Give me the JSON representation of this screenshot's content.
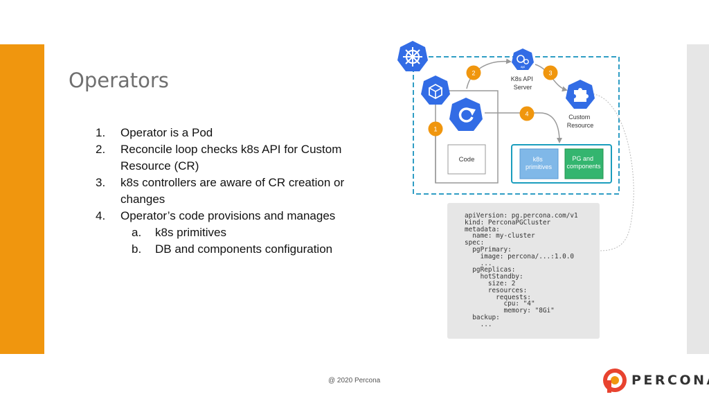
{
  "slide": {
    "title": "Operators",
    "steps": [
      {
        "num": "1.",
        "text": "Operator is a Pod"
      },
      {
        "num": "2.",
        "text": "Reconcile loop checks k8s API for Custom Resource (CR)"
      },
      {
        "num": "3.",
        "text": "k8s controllers are aware of CR creation or changes"
      },
      {
        "num": "4.",
        "text": "Operator’s code provisions and manages"
      }
    ],
    "substeps": [
      {
        "letter": "a.",
        "text": "k8s primitives"
      },
      {
        "letter": "b.",
        "text": "DB and components configuration"
      }
    ]
  },
  "diagram": {
    "api_server_label": [
      "K8s API",
      "Server"
    ],
    "custom_resource_label": [
      "Custom",
      "Resource"
    ],
    "code_label": "Code",
    "k8s_primitives_label": [
      "k8s",
      "primitives"
    ],
    "pg_components_label": [
      "PG and",
      "components"
    ],
    "step_badges": [
      "1",
      "2",
      "3",
      "4"
    ],
    "icons": [
      "kubernetes-helm-icon",
      "cube-icon",
      "reload-icon",
      "api-server-icon",
      "puzzle-icon"
    ],
    "colors": {
      "k8s_blue": "#326ce5",
      "orange_badge": "#f0960e",
      "teal": "#1a9dbd",
      "light_blue": "#80b8e8",
      "green": "#34b56f"
    }
  },
  "code_sample": "apiVersion: pg.percona.com/v1\nkind: PerconaPGCluster\nmetadata:\n  name: my-cluster\nspec:\n  pgPrimary:\n    image: percona/...:1.0.0\n    ...\n  pgReplicas:\n    hotStandby:\n      size: 2\n      resources:\n        requests:\n          cpu: \"4\"\n          memory: \"8Gi\"\n  backup:\n    ...",
  "footer": {
    "copyright": "@ 2020 Percona",
    "brand": "PERCONA",
    "accent": "#f0960e"
  }
}
